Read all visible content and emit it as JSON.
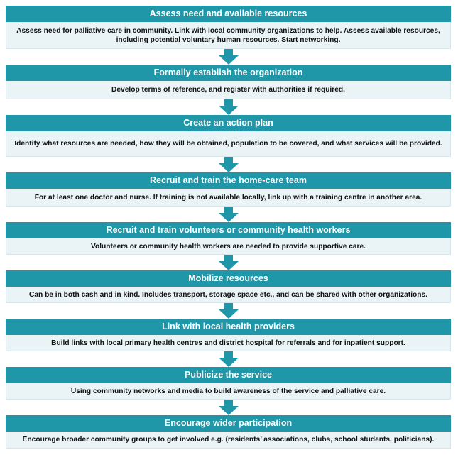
{
  "steps": [
    {
      "title": "Assess need and available resources",
      "text": "Assess need for palliative care in community. Link with local community organizations to help. Assess available resources, including potential voluntary human resources. Start networking."
    },
    {
      "title": "Formally establish the organization",
      "text": "Develop terms of reference, and register with authorities if required."
    },
    {
      "title": "Create an action plan",
      "text": "Identify what resources are needed, how they will be obtained, population to be covered, and what services will be provided."
    },
    {
      "title": "Recruit and train the home-care team",
      "text": "For at least one doctor and nurse. If training is not available locally, link up with a training centre in another area."
    },
    {
      "title": "Recruit and train volunteers or community health workers",
      "text": "Volunteers or community health workers are needed to provide supportive care."
    },
    {
      "title": "Mobilize resources",
      "text": "Can be in both cash and in kind. Includes transport, storage space etc., and can be shared with other organizations."
    },
    {
      "title": "Link with local health providers",
      "text": "Build links with local primary health centres and district hospital for referrals and for inpatient support."
    },
    {
      "title": "Publicize the service",
      "text": "Using community networks and media to build awareness of the service and palliative care."
    },
    {
      "title": "Encourage wider participation",
      "text": "Encourage broader community groups to get involved e.g. (residents’ associations, clubs, school students, politicians)."
    }
  ],
  "colors": {
    "header": "#1f97a8",
    "body": "#eaf4f6",
    "arrow": "#1f97a8"
  },
  "icons": {
    "connector": "down-arrow-icon"
  }
}
